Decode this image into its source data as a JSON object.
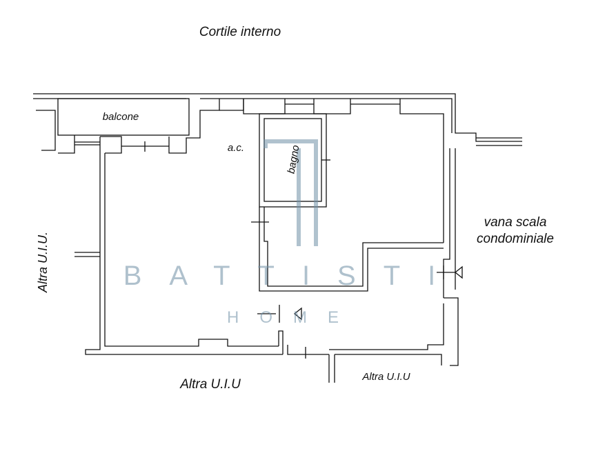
{
  "labels": {
    "cortile": "Cortile interno",
    "balcone": "balcone",
    "ac": "a.c.",
    "bagno": "bagno",
    "vana_line1": "vana scala",
    "vana_line2": "condominiale",
    "altra_left": "Altra U.I.U.",
    "altra_bottom": "Altra U.I.U",
    "altra_bottom_right": "Altra U.I.U"
  },
  "watermark": {
    "brand": "BATTISTI",
    "sub": "HOME",
    "color": "#6f8fa6"
  }
}
